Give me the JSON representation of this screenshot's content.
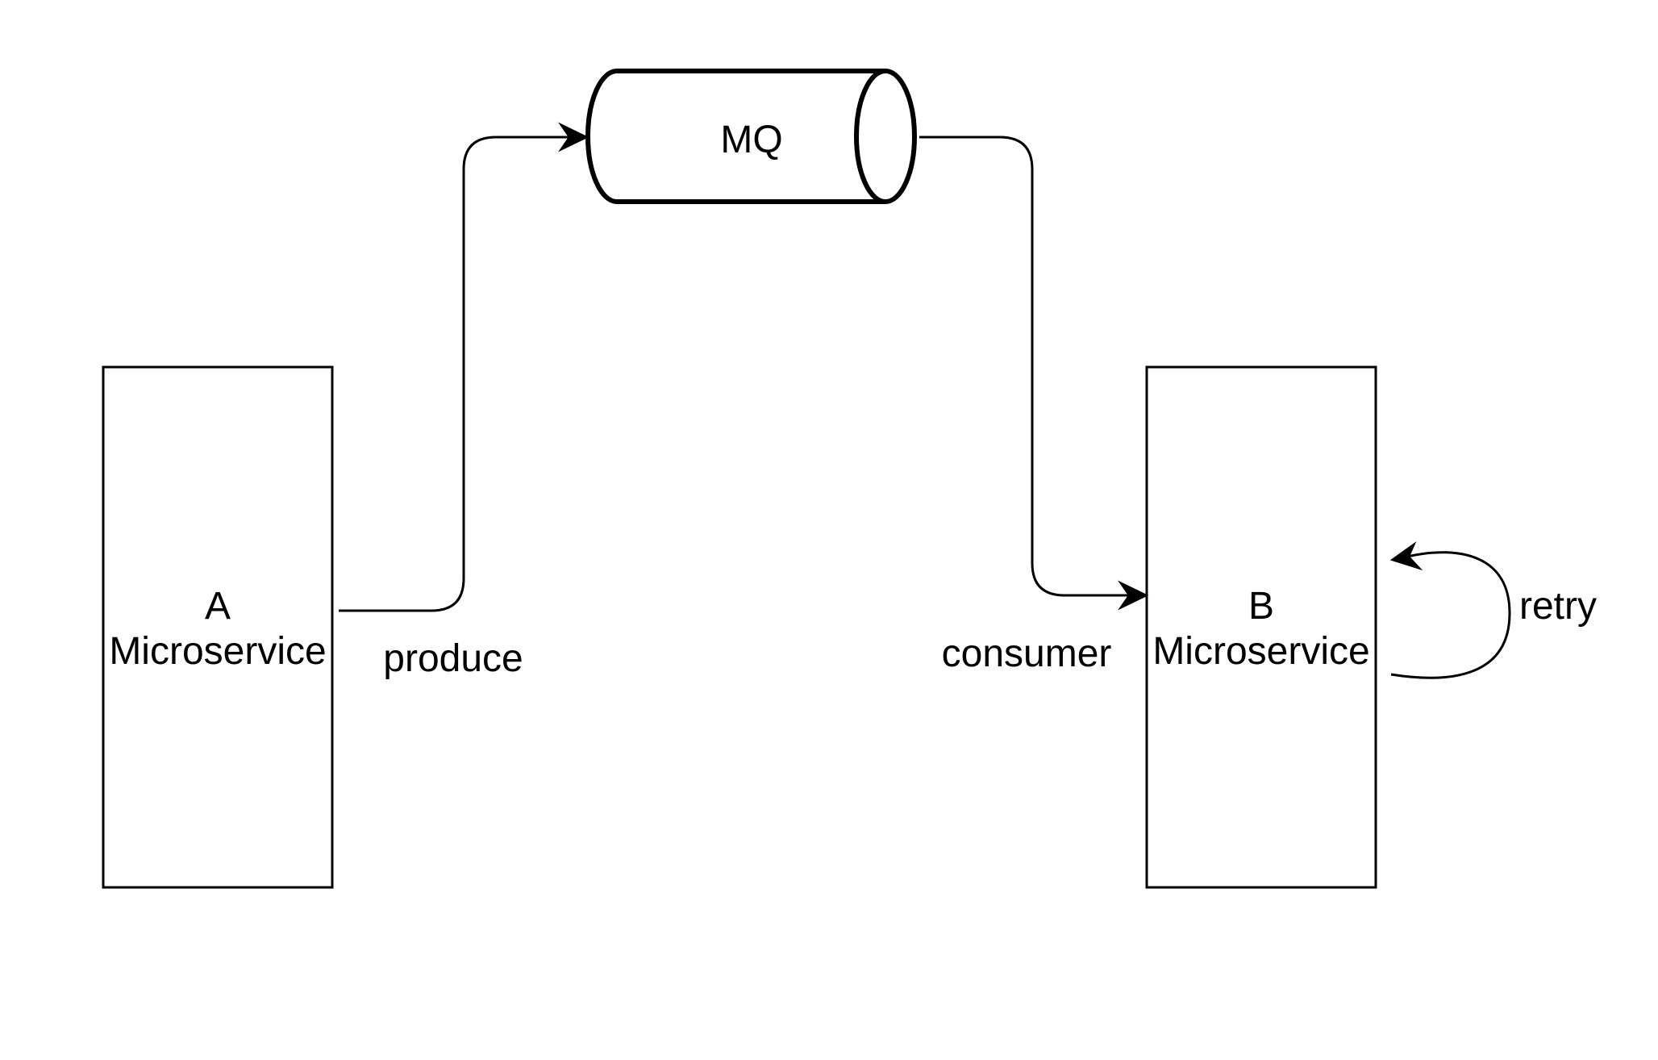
{
  "nodes": {
    "a": {
      "line1": "A",
      "line2": "Microservice"
    },
    "b": {
      "line1": "B",
      "line2": "Microservice"
    },
    "mq": {
      "label": "MQ"
    }
  },
  "edges": {
    "produce": {
      "label": "produce"
    },
    "consumer": {
      "label": "consumer"
    },
    "retry": {
      "label": "retry"
    }
  },
  "colors": {
    "stroke": "#000000",
    "background": "#ffffff"
  }
}
